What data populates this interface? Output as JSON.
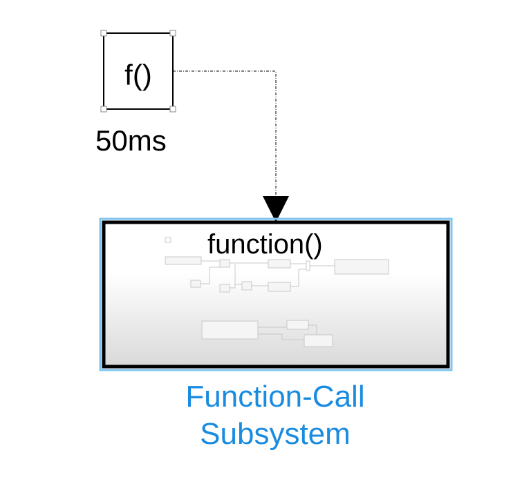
{
  "generator": {
    "label": "f()",
    "rate": "50ms"
  },
  "subsystem": {
    "port_label": "function()",
    "name_line1": "Function-Call",
    "name_line2": "Subsystem",
    "selected": true
  },
  "colors": {
    "selection": "#7FC4F0",
    "name_text": "#1A8CE0",
    "block_border": "#000000",
    "signal_line": "#000000"
  },
  "icons": {
    "generator": "function-call-generator-icon",
    "subsystem": "function-call-subsystem-icon"
  }
}
